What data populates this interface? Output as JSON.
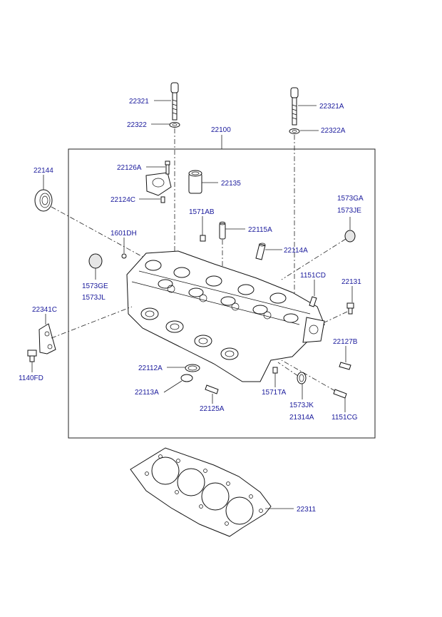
{
  "part_labels": {
    "p22321": "22321",
    "p22321A": "22321A",
    "p22322": "22322",
    "p22322A": "22322A",
    "p22100": "22100",
    "p22144": "22144",
    "p22126A": "22126A",
    "p22135": "22135",
    "p22124C": "22124C",
    "p1571AB": "1571AB",
    "p1573GA": "1573GA",
    "p1573JE": "1573JE",
    "p22115A": "22115A",
    "p1601DH": "1601DH",
    "p22114A": "22114A",
    "p1573GE": "1573GE",
    "p1573JL": "1573JL",
    "p1151CD": "1151CD",
    "p22131": "22131",
    "p22341C": "22341C",
    "p22127B": "22127B",
    "p1140FD": "1140FD",
    "p22112A": "22112A",
    "p22113A": "22113A",
    "p1571TA": "1571TA",
    "p22125A": "22125A",
    "p1573JK": "1573JK",
    "p21314A": "21314A",
    "p1151CG": "1151CG",
    "p22311": "22311"
  }
}
